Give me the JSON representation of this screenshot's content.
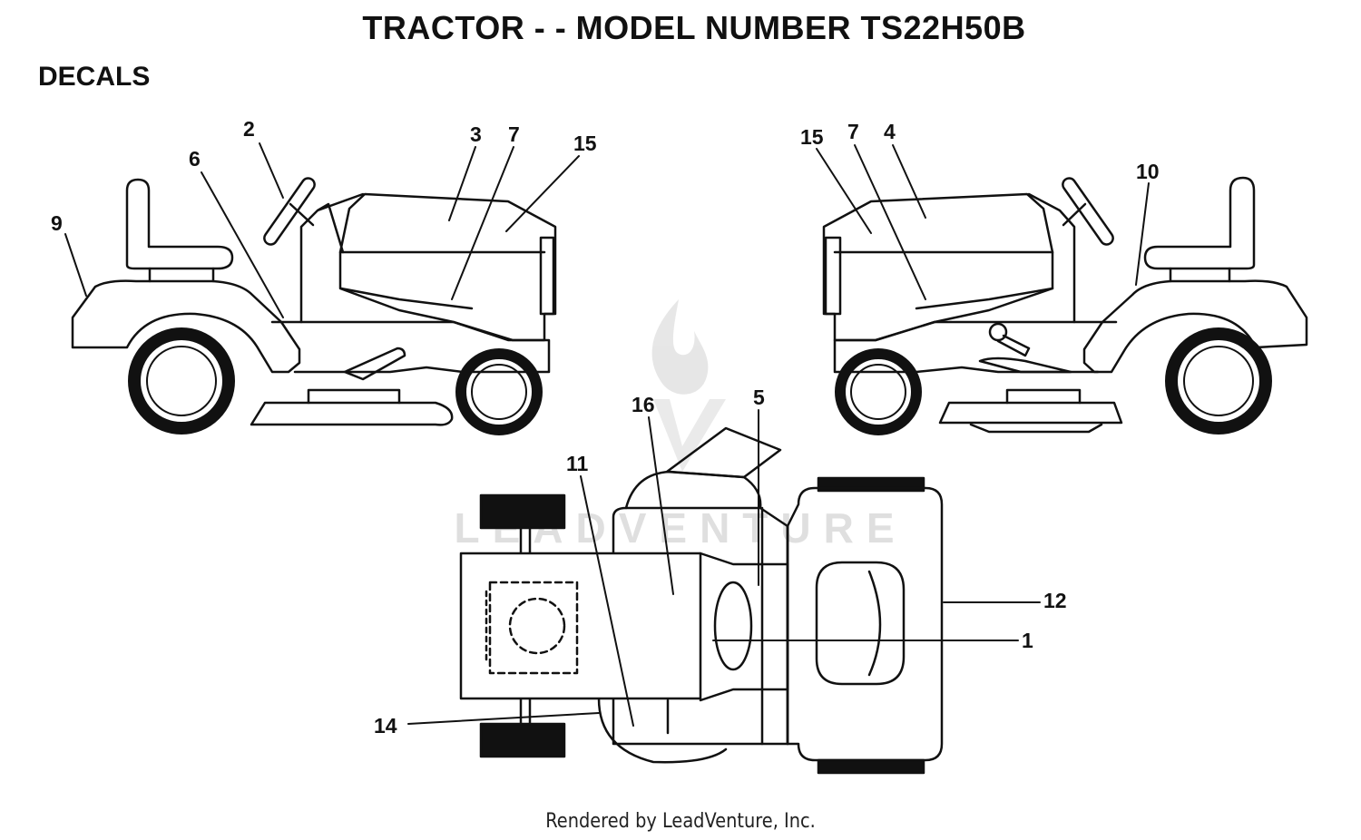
{
  "header": {
    "title": "TRACTOR - - MODEL NUMBER TS22H50B",
    "section": "DECALS"
  },
  "callouts": {
    "left_view": [
      "9",
      "6",
      "2",
      "3",
      "7",
      "15"
    ],
    "right_view": [
      "15",
      "7",
      "4",
      "10"
    ],
    "top_view": [
      "16",
      "5",
      "11",
      "12",
      "1",
      "14"
    ]
  },
  "watermark": {
    "text": "LEADVENTURE"
  },
  "footer": {
    "credit": "Rendered by LeadVenture, Inc."
  },
  "colors": {
    "ink": "#111111",
    "watermark": "#dcdcdc",
    "background": "#ffffff"
  }
}
